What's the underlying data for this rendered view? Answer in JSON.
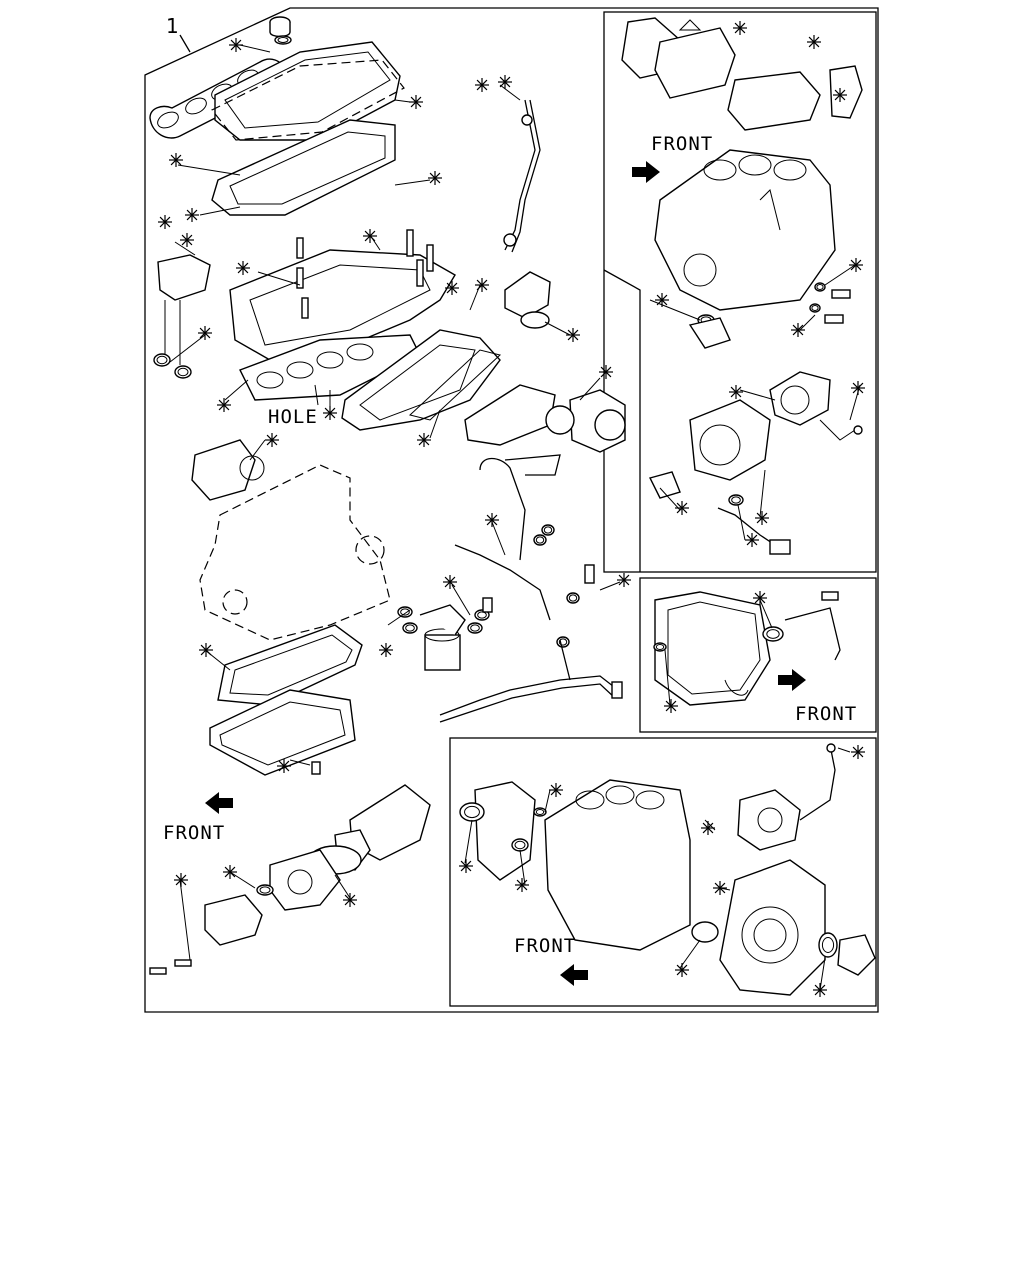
{
  "diagram": {
    "item_number": "1",
    "labels": {
      "hole": "HOLE",
      "front_main": "FRONT",
      "front_top_right": "FRONT",
      "front_mid_right": "FRONT",
      "front_bottom_right": "FRONT"
    },
    "icons": {
      "kit_marker": "asterisk-icon",
      "direction": "arrow-icon"
    },
    "colors": {
      "line": "#000000",
      "background": "#ffffff"
    }
  }
}
